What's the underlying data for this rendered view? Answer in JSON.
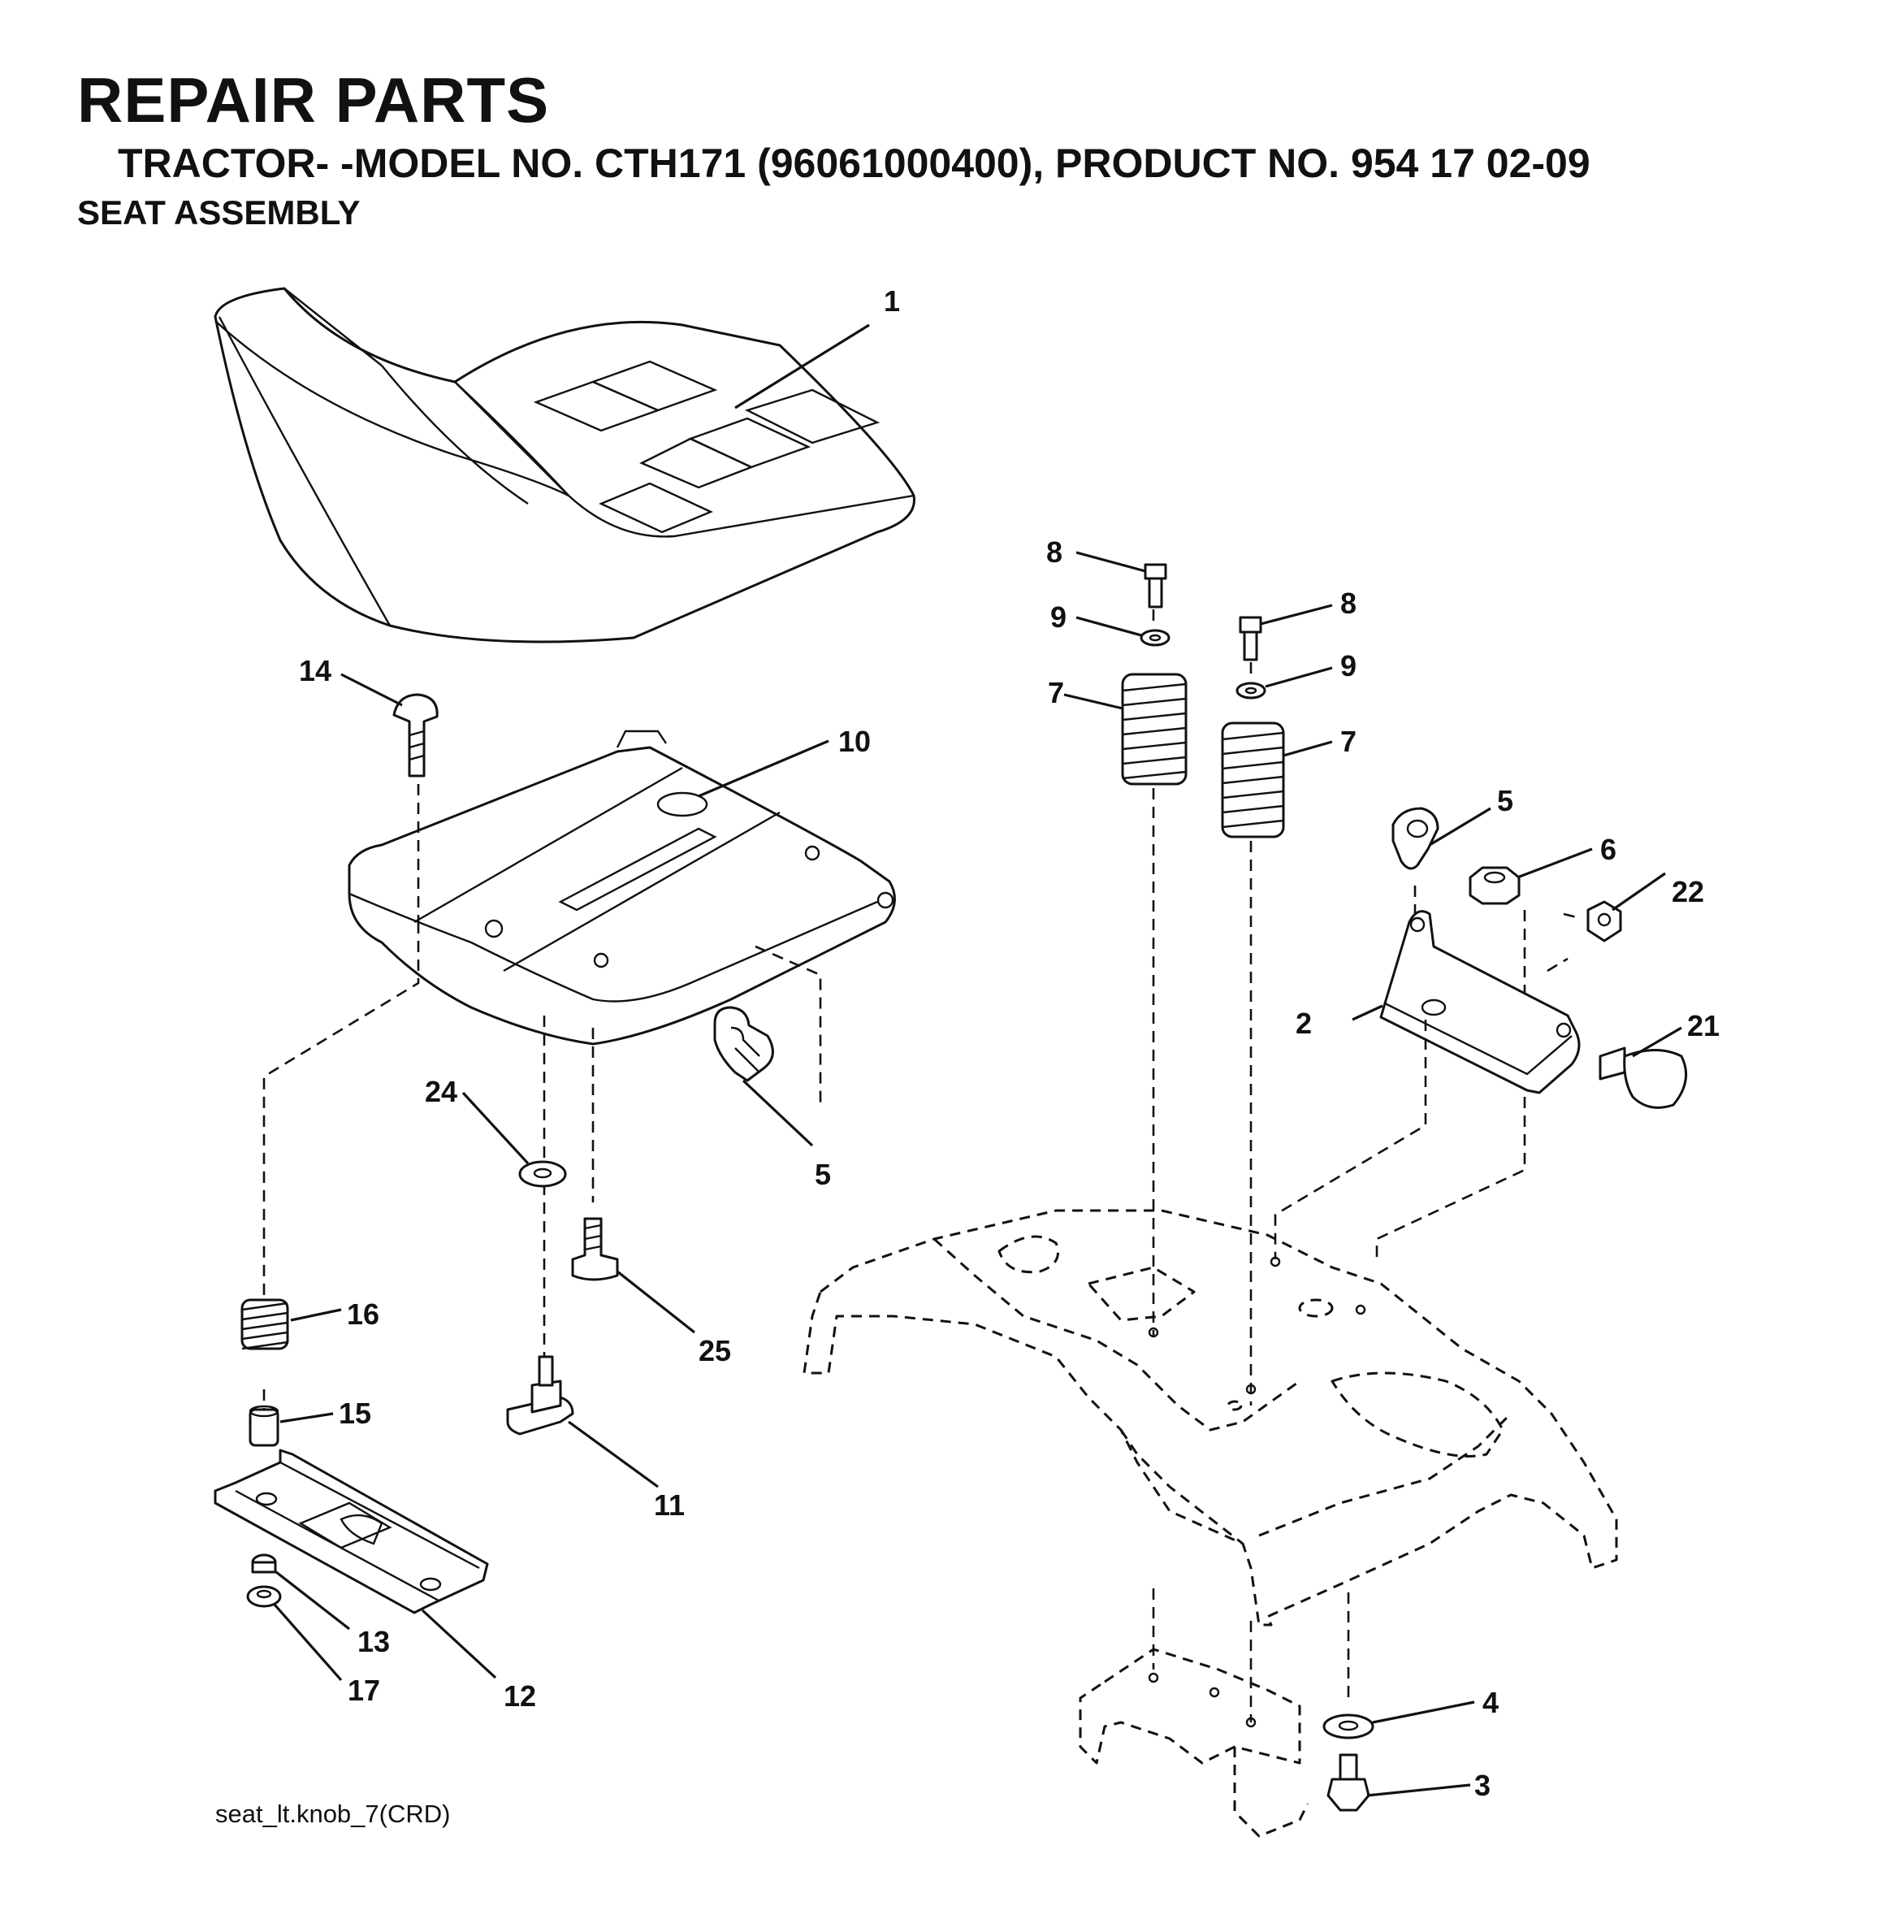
{
  "header": {
    "title": "REPAIR PARTS",
    "subtitle": "TRACTOR- -MODEL NO. CTH171 (96061000400), PRODUCT NO. 954 17 02-09",
    "section": "SEAT ASSEMBLY"
  },
  "footer": {
    "drawing_id": "seat_lt.knob_7(CRD)"
  },
  "callouts": {
    "c1": "1",
    "c2": "2",
    "c3": "3",
    "c4": "4",
    "c5a": "5",
    "c5b": "5",
    "c6": "6",
    "c7a": "7",
    "c7b": "7",
    "c8a": "8",
    "c8b": "8",
    "c9a": "9",
    "c9b": "9",
    "c10": "10",
    "c11": "11",
    "c12": "12",
    "c13": "13",
    "c14": "14",
    "c15": "15",
    "c16": "16",
    "c17": "17",
    "c21": "21",
    "c22": "22",
    "c24": "24",
    "c25": "25"
  }
}
